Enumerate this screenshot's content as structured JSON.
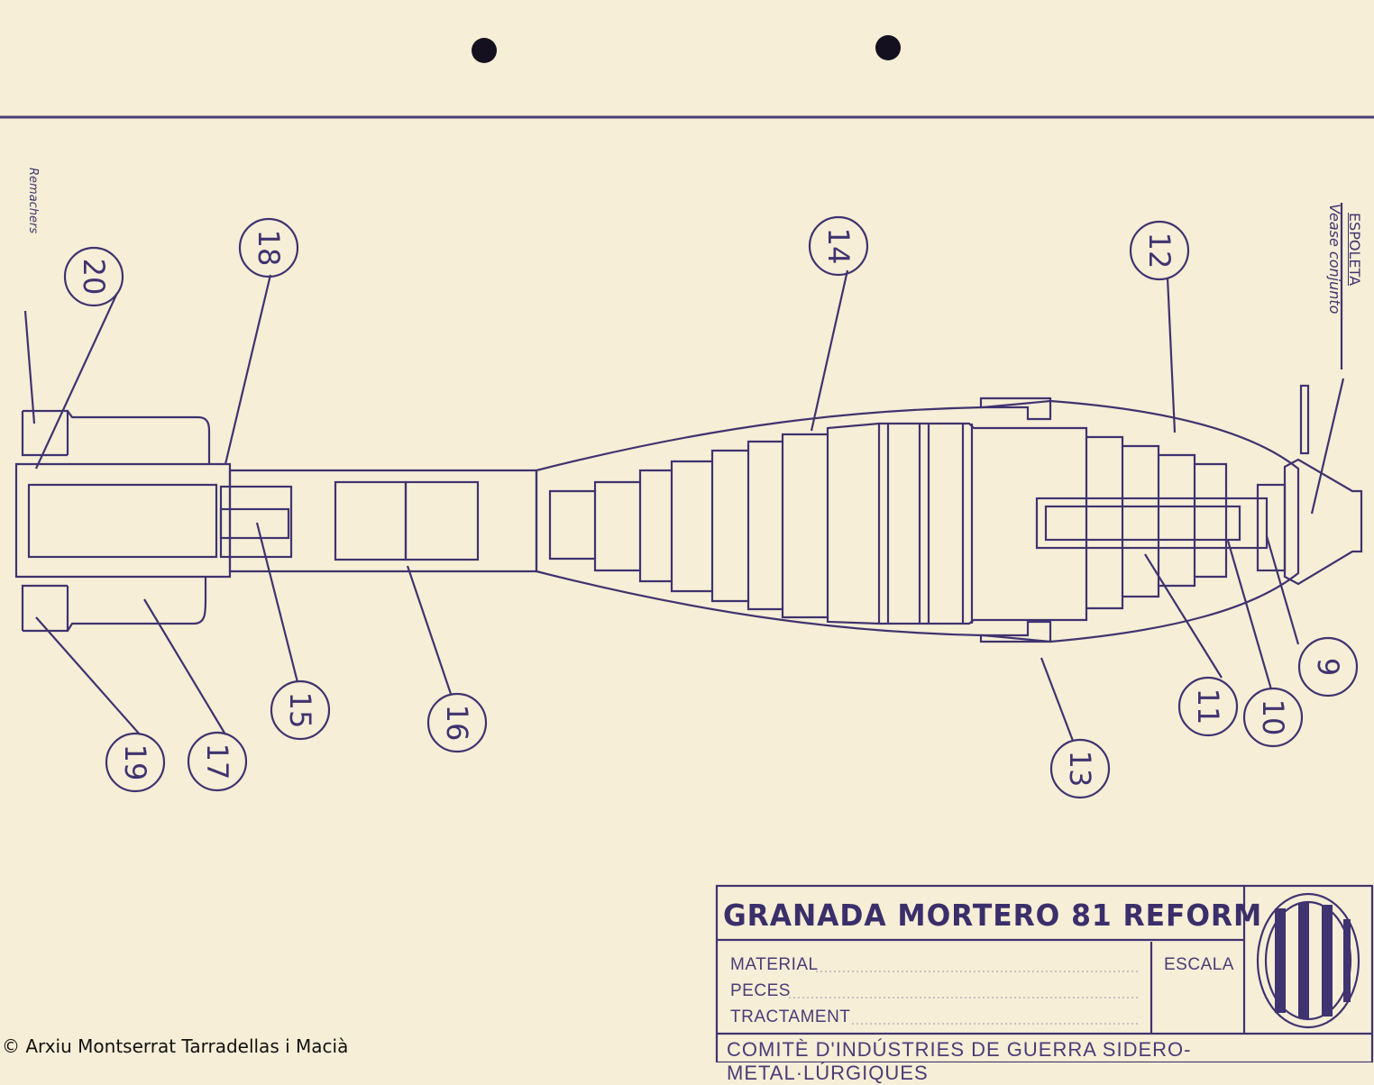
{
  "drawing": {
    "title": "GRANADA  MORTERO 81 REFORM",
    "fields": {
      "material": "MATERIAL",
      "peces": "PECES",
      "tractament": "TRACTAMENT",
      "escala": "ESCALA"
    },
    "footer": "COMITÈ D'INDÚSTRIES DE GUERRA SIDERO-METAL·LÚRGIQUES",
    "notes": {
      "rivets": "Remachers",
      "fuze": "ESPOLETA",
      "fuze_ref": "Vease conjunto"
    },
    "part_labels": [
      "20",
      "18",
      "14",
      "12",
      "9",
      "10",
      "11",
      "13",
      "16",
      "15",
      "17",
      "19"
    ],
    "ink_color": "#3f3370",
    "paper_color": "#f6eed6"
  },
  "credit": "© Arxiu Montserrat Tarradellas i Macià"
}
